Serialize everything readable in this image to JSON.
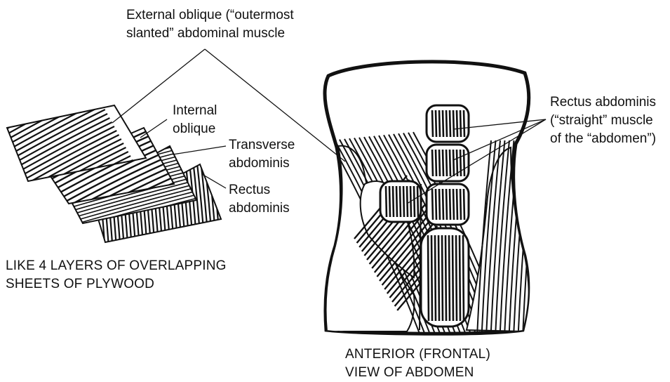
{
  "labels": {
    "external_oblique": {
      "line1": "External oblique (“outermost",
      "line2": "slanted” abdominal muscle"
    },
    "internal_oblique": {
      "line1": "Internal",
      "line2": "oblique"
    },
    "transverse_abdominis": {
      "line1": "Transverse",
      "line2": "abdominis"
    },
    "rectus_abdominis_layer": {
      "line1": "Rectus",
      "line2": "abdominis"
    },
    "rectus_abdominis_torso": {
      "line1": "Rectus abdominis",
      "line2": "(“straight” muscle",
      "line3": "of the “abdomen”)"
    }
  },
  "captions": {
    "layers": {
      "line1": "LIKE 4 LAYERS OF OVERLAPPING",
      "line2": "SHEETS OF PLYWOOD"
    },
    "anterior": {
      "line1": "ANTERIOR (FRONTAL)",
      "line2": "VIEW OF ABDOMEN"
    }
  },
  "colors": {
    "ink": "#111111",
    "paper": "#ffffff"
  }
}
